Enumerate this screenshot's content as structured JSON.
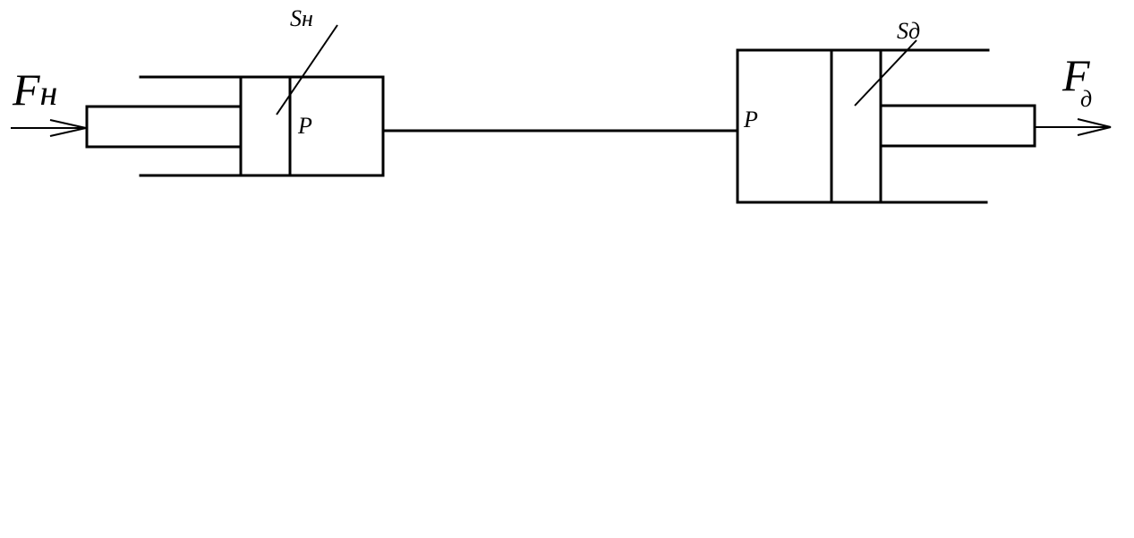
{
  "labels": {
    "force_in": "F",
    "force_in_sub": "н",
    "force_out": "F",
    "force_out_sub": "д",
    "area_pump": "Sн",
    "area_motor": "Sд",
    "pressure_left": "P",
    "pressure_right": "P"
  },
  "colors": {
    "line": "#000000",
    "background": "#ffffff"
  }
}
